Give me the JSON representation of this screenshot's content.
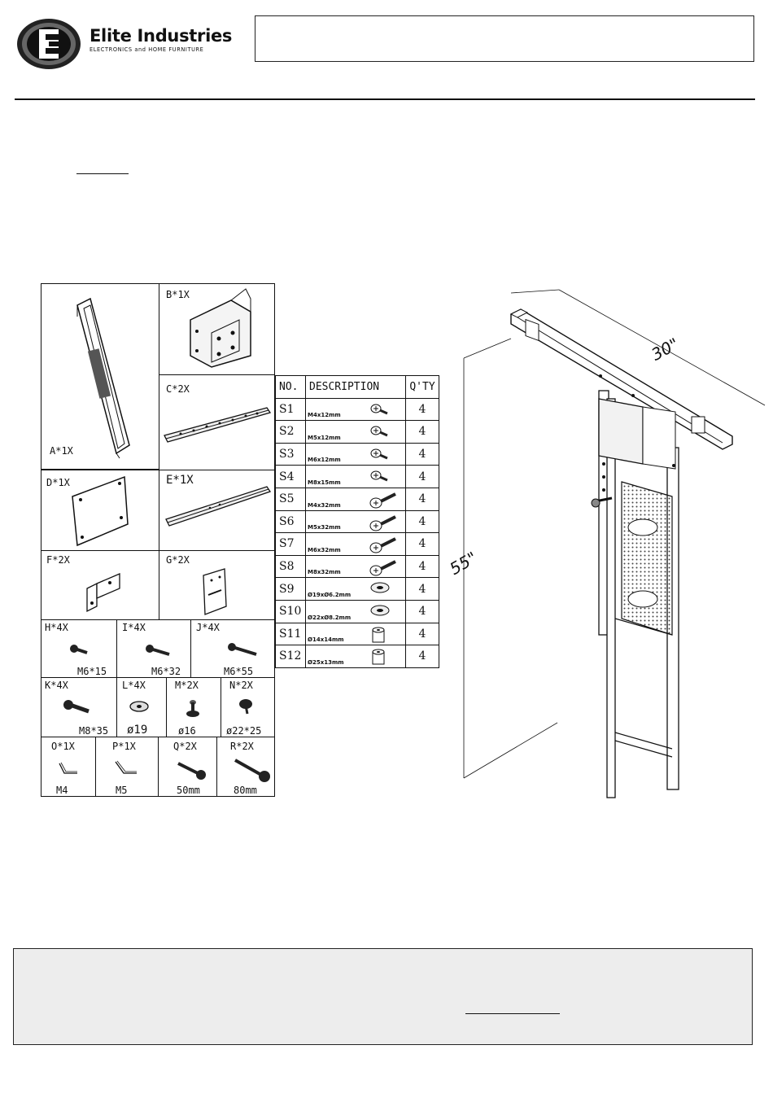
{
  "header": {
    "brand_name": "Elite Industries",
    "brand_tagline": "ELECTRONICS and HOME FURNITURE",
    "logo_letter": "E"
  },
  "parts": [
    {
      "id": "A",
      "label": "A*1X"
    },
    {
      "id": "B",
      "label": "B*1X"
    },
    {
      "id": "C",
      "label": "C*2X"
    },
    {
      "id": "D",
      "label": "D*1X"
    },
    {
      "id": "E",
      "label": "E*1X"
    },
    {
      "id": "F",
      "label": "F*2X"
    },
    {
      "id": "G",
      "label": "G*2X"
    },
    {
      "id": "H",
      "label": "H*4X",
      "size": "M6*15"
    },
    {
      "id": "I",
      "label": "I*4X",
      "size": "M6*32"
    },
    {
      "id": "J",
      "label": "J*4X",
      "size": "M6*55"
    },
    {
      "id": "K",
      "label": "K*4X",
      "size": "M8*35"
    },
    {
      "id": "L",
      "label": "L*4X",
      "size": "ø19"
    },
    {
      "id": "M",
      "label": "M*2X",
      "size": "ø16"
    },
    {
      "id": "N",
      "label": "N*2X",
      "size": "ø22*25"
    },
    {
      "id": "O",
      "label": "O*1X",
      "size": "M4"
    },
    {
      "id": "P",
      "label": "P*1X",
      "size": "M5"
    },
    {
      "id": "Q",
      "label": "Q*2X",
      "size": "50mm"
    },
    {
      "id": "R",
      "label": "R*2X",
      "size": "80mm"
    }
  ],
  "screw_table": {
    "headers": [
      "NO.",
      "DESCRIPTION",
      "Q'TY"
    ],
    "rows": [
      {
        "no": "S1",
        "desc": "M4x12mm",
        "qty": "4",
        "icon": "small-screw-icon"
      },
      {
        "no": "S2",
        "desc": "M5x12mm",
        "qty": "4",
        "icon": "small-screw-icon"
      },
      {
        "no": "S3",
        "desc": "M6x12mm",
        "qty": "4",
        "icon": "small-screw-icon"
      },
      {
        "no": "S4",
        "desc": "M8x15mm",
        "qty": "4",
        "icon": "small-screw-icon"
      },
      {
        "no": "S5",
        "desc": "M4x32mm",
        "qty": "4",
        "icon": "long-screw-icon"
      },
      {
        "no": "S6",
        "desc": "M5x32mm",
        "qty": "4",
        "icon": "long-screw-icon"
      },
      {
        "no": "S7",
        "desc": "M6x32mm",
        "qty": "4",
        "icon": "long-screw-icon"
      },
      {
        "no": "S8",
        "desc": "M8x32mm",
        "qty": "4",
        "icon": "long-screw-icon"
      },
      {
        "no": "S9",
        "desc": "Ø19xØ6.2mm",
        "qty": "4",
        "icon": "washer-icon"
      },
      {
        "no": "S10",
        "desc": "Ø22xØ8.2mm",
        "qty": "4",
        "icon": "washer-icon"
      },
      {
        "no": "S11",
        "desc": "Ø14x14mm",
        "qty": "4",
        "icon": "spacer-icon"
      },
      {
        "no": "S12",
        "desc": "Ø25x13mm",
        "qty": "4",
        "icon": "spacer-icon"
      }
    ]
  },
  "stand_drawing": {
    "width_label": "30\"",
    "height_label": "55\""
  }
}
